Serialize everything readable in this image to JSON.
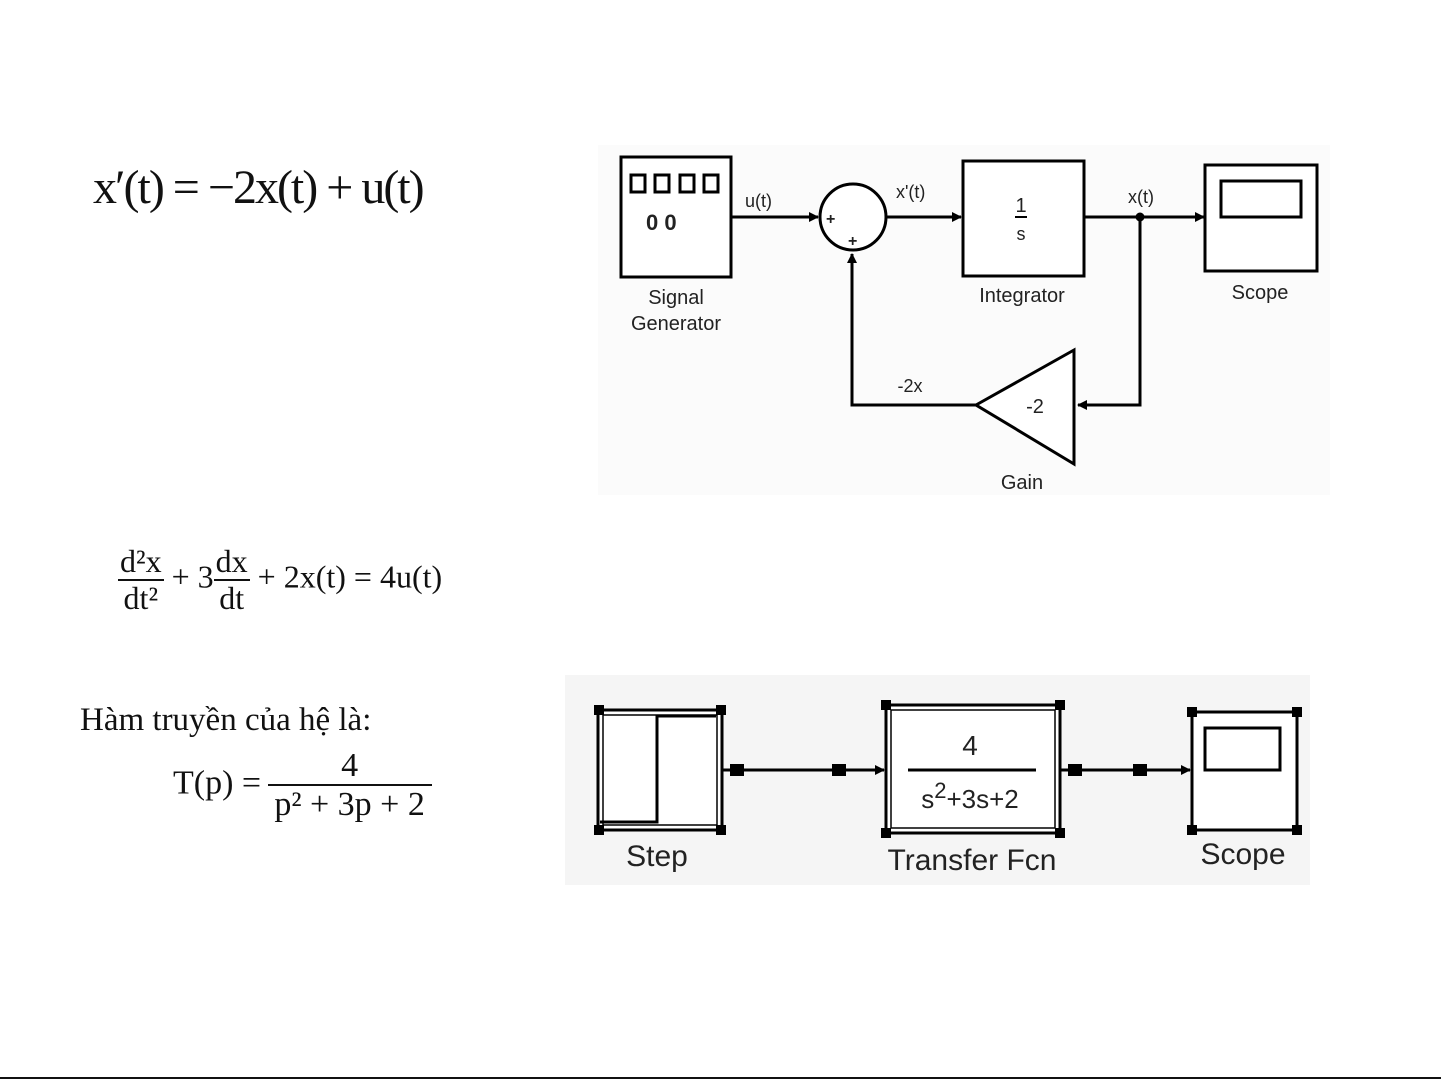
{
  "equations": {
    "first_order": "x′(t) = −2x(t) + u(t)",
    "second_order": {
      "term1_num": "d²x",
      "term1_den": "dt²",
      "plus3": "+ 3",
      "term2_num": "dx",
      "term2_den": "dt",
      "rest": "+ 2x(t) = 4u(t)"
    },
    "transfer_intro": "Hàm truyền của hệ là:",
    "transfer": {
      "lhs": "T(p) =",
      "num": "4",
      "den": "p² + 3p + 2"
    }
  },
  "diagram1": {
    "signal_generator": {
      "label_line1": "Signal",
      "label_line2": "Generator",
      "icon_text": "0 0"
    },
    "signal_u": "u(t)",
    "sum_signs": [
      "+",
      "+"
    ],
    "signal_xdot": "x'(t)",
    "integrator": {
      "label": "Integrator",
      "num": "1",
      "den": "s"
    },
    "signal_x": "x(t)",
    "scope": {
      "label": "Scope"
    },
    "gain": {
      "label": "Gain",
      "value": "-2"
    },
    "signal_feedback": "-2x"
  },
  "diagram2": {
    "step": {
      "label": "Step"
    },
    "transfer_fcn": {
      "label": "Transfer Fcn",
      "num": "4",
      "den_base": "s",
      "den_exp": "2",
      "den_rest": "+3s+2"
    },
    "scope": {
      "label": "Scope"
    }
  }
}
